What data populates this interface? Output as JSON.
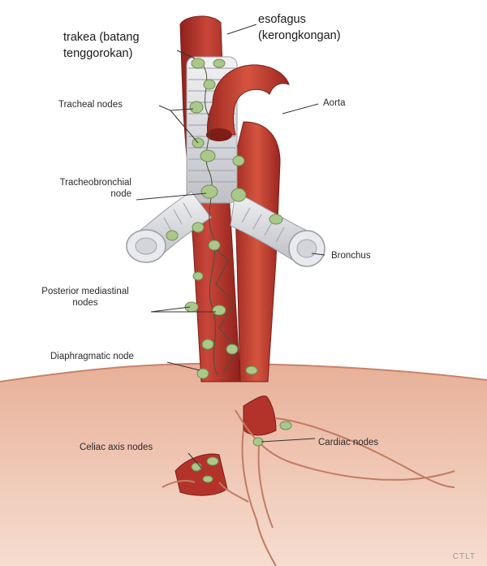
{
  "labels": {
    "esophagus": "esofagus\n(kerongkongan)",
    "trachea": "trakea (batang\ntenggorokan)",
    "aorta": "Aorta",
    "tracheal_nodes": "Tracheal nodes",
    "tracheobronchial_node": "Tracheobronchial\nnode",
    "bronchus": "Bronchus",
    "posterior_mediastinal_nodes": "Posterior mediastinal\nnodes",
    "diaphragmatic_node": "Diaphragmatic node",
    "celiac_axis_nodes": "Celiac axis nodes",
    "cardiac_nodes": "Cardiac nodes"
  },
  "watermark": "CTLT",
  "colors": {
    "vessel": "#b3332b",
    "vessel_highlight": "#d9624f",
    "trachea_ring": "#dfe0e4",
    "node": "#a9c88a",
    "diaphragm": "#e5a98c",
    "leader_line": "#333333"
  }
}
